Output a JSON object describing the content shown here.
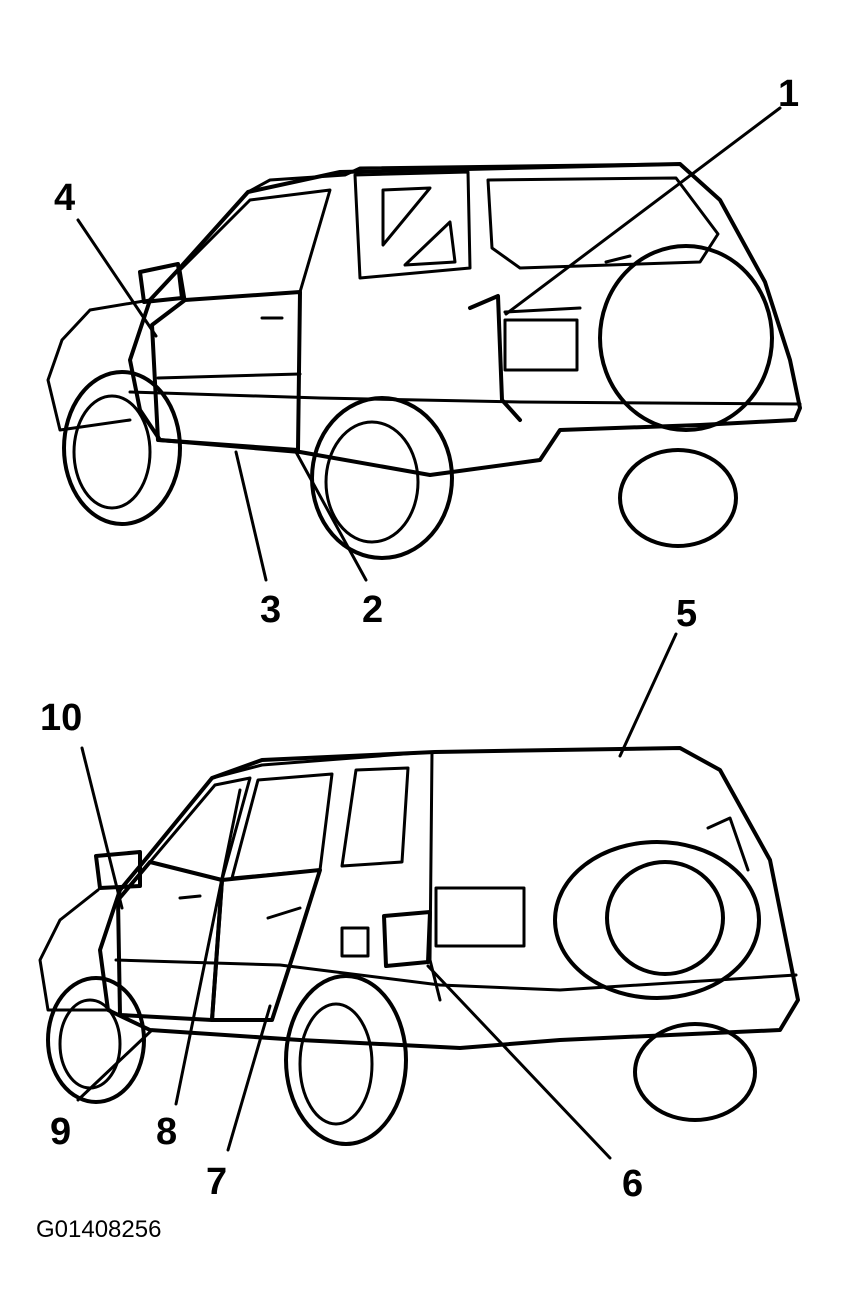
{
  "figure_id": "G01408256",
  "callouts": {
    "c1": "1",
    "c2": "2",
    "c3": "3",
    "c4": "4",
    "c5": "5",
    "c6": "6",
    "c7": "7",
    "c8": "8",
    "c9": "9",
    "c10": "10"
  },
  "colors": {
    "ink": "#000000",
    "paper": "#ffffff"
  }
}
